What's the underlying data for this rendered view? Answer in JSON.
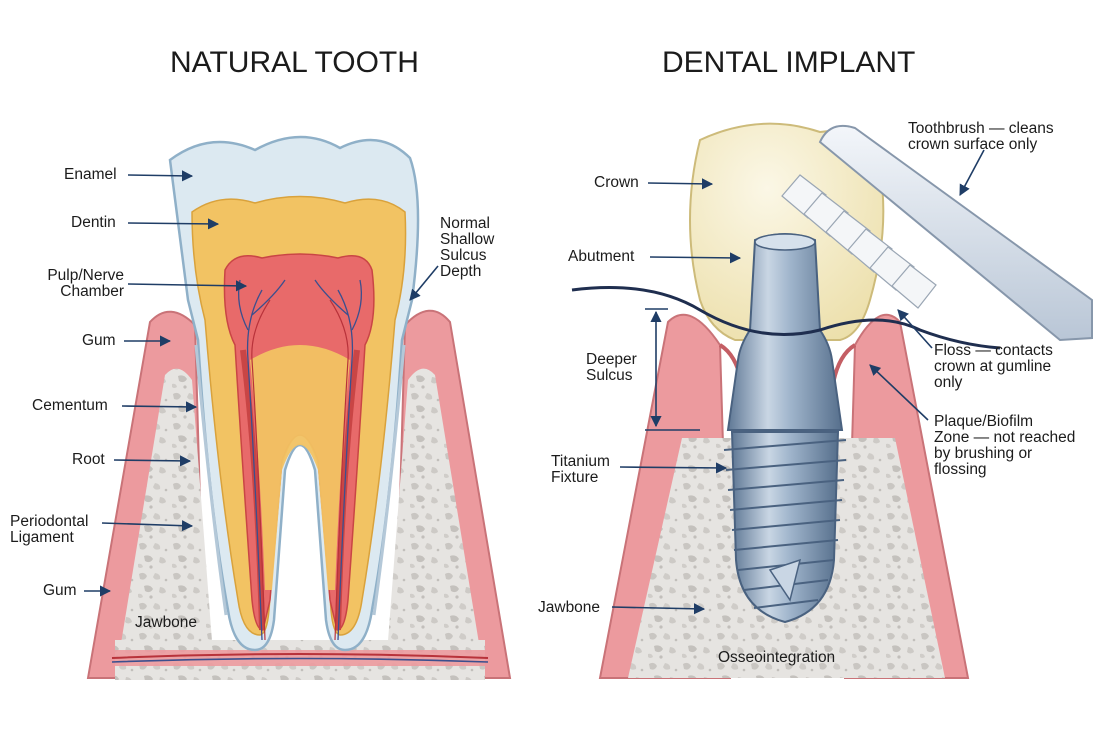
{
  "titles": {
    "natural": "NATURAL TOOTH",
    "implant": "DENTAL IMPLANT"
  },
  "natural_labels": {
    "enamel": "Enamel",
    "dentin": "Dentin",
    "pulp": "Pulp/Nerve\nChamber",
    "gum_top": "Gum",
    "cementum": "Cementum",
    "root": "Root",
    "periodontal": "Periodontal\nLigament",
    "gum_bottom": "Gum",
    "jawbone": "Jawbone",
    "sulcus": "Normal\nShallow\nSulcus\nDepth"
  },
  "implant_labels": {
    "crown": "Crown",
    "abutment": "Abutment",
    "deeper_sulcus": "Deeper\nSulcus",
    "titanium_fixture": "Titanium\nFixture",
    "jawbone": "Jawbone",
    "osseointegration": "Osseointegration",
    "toothbrush": "Toothbrush — cleans\ncrown surface only",
    "floss": "Floss — contacts\ncrown at gumline\nonly",
    "plaque": "Plaque/Biofilm\nZone — not reached\nby brushing or\nflossing"
  },
  "colors": {
    "gum": "#ec9a9e",
    "bone": "#e4e2df",
    "enamel": "#dce9f1",
    "dentin": "#f2c363",
    "pulp": "#e86a6a",
    "crown": "#f4ecc8",
    "titanium": "#8ea8c4",
    "arrow": "#1f3d66"
  }
}
